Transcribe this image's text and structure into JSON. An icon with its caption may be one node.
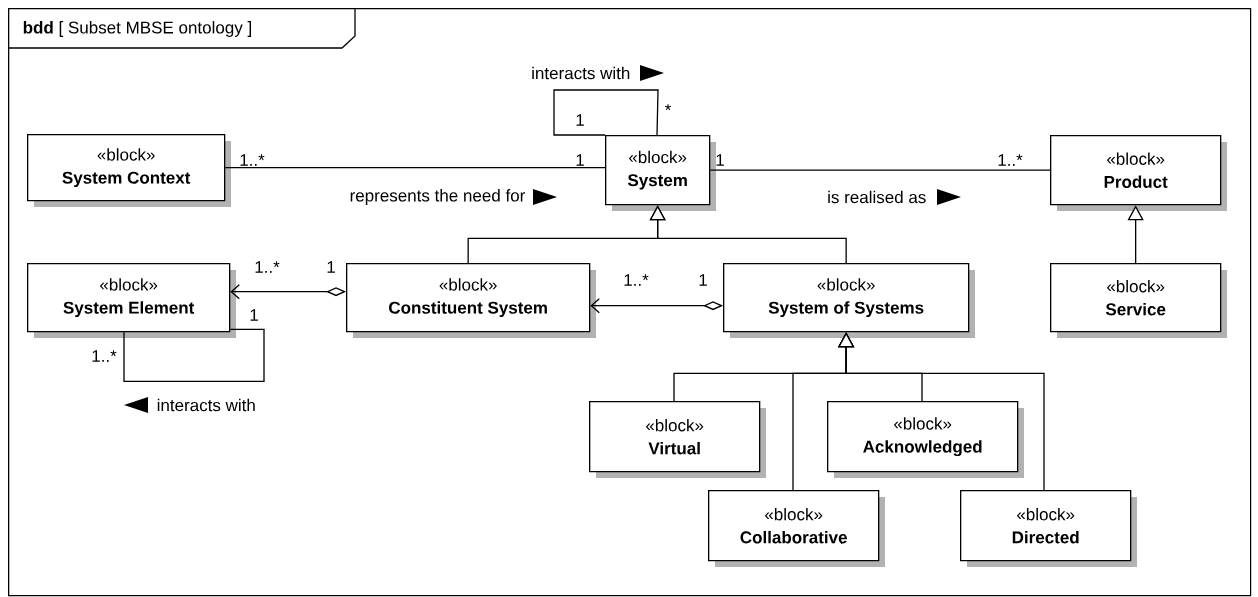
{
  "diagram": {
    "nodes": [
      {
        "text": [
          "**bdd** [ Subset MBSE ontology ]"
        ]
      },
      {
        "text": [
          "«block»",
          "System Context"
        ],
        "in": 0
      },
      {
        "text": [
          "«block»",
          "System"
        ],
        "in": 0
      },
      {
        "text": [
          "«block»",
          "Product"
        ],
        "in": 0
      },
      {
        "text": [
          "«block»",
          "System Element"
        ],
        "in": 0
      },
      {
        "text": [
          "«block»",
          "Constituent System"
        ],
        "in": 0
      },
      {
        "text": [
          "«block»",
          "System of Systems"
        ],
        "in": 0
      },
      {
        "text": [
          "«block»",
          "Service"
        ],
        "in": 0
      },
      {
        "text": [
          "«block»",
          "Virtual"
        ],
        "in": 0
      },
      {
        "text": [
          "«block»",
          "Acknowledged"
        ],
        "in": 0
      },
      {
        "text": [
          "«block»",
          "Collaborative"
        ],
        "in": 0
      },
      {
        "text": [
          "«block»",
          "Directed"
        ],
        "in": 0
      }
    ],
    "edges": [
      {
        "from": 1,
        "to": 2,
        "arrow": "none",
        "label": "represents the need for"
      },
      {
        "from": 2,
        "to": 2,
        "arrow": "none",
        "label": "interacts with"
      },
      {
        "from": 2,
        "to": 3,
        "arrow": "none",
        "label": "is realised as"
      },
      {
        "from": 5,
        "to": 2,
        "arrow": "to"
      },
      {
        "from": 6,
        "to": 2,
        "arrow": "to"
      },
      {
        "from": 7,
        "to": 3,
        "arrow": "to"
      },
      {
        "from": 5,
        "to": 4,
        "arrow": "to"
      },
      {
        "from": 6,
        "to": 5,
        "arrow": "to"
      },
      {
        "from": 8,
        "to": 6,
        "arrow": "to"
      },
      {
        "from": 9,
        "to": 6,
        "arrow": "to"
      },
      {
        "from": 10,
        "to": 6,
        "arrow": "to"
      },
      {
        "from": 11,
        "to": 6,
        "arrow": "to"
      },
      {
        "from": 4,
        "to": 4,
        "arrow": "none",
        "label": "interacts with"
      }
    ],
    "labels": [
      "1",
      "*",
      "1..*",
      "1",
      "1",
      "1..*",
      "1..*",
      "1",
      "1..*",
      "1",
      "1",
      "1..*"
    ]
  }
}
